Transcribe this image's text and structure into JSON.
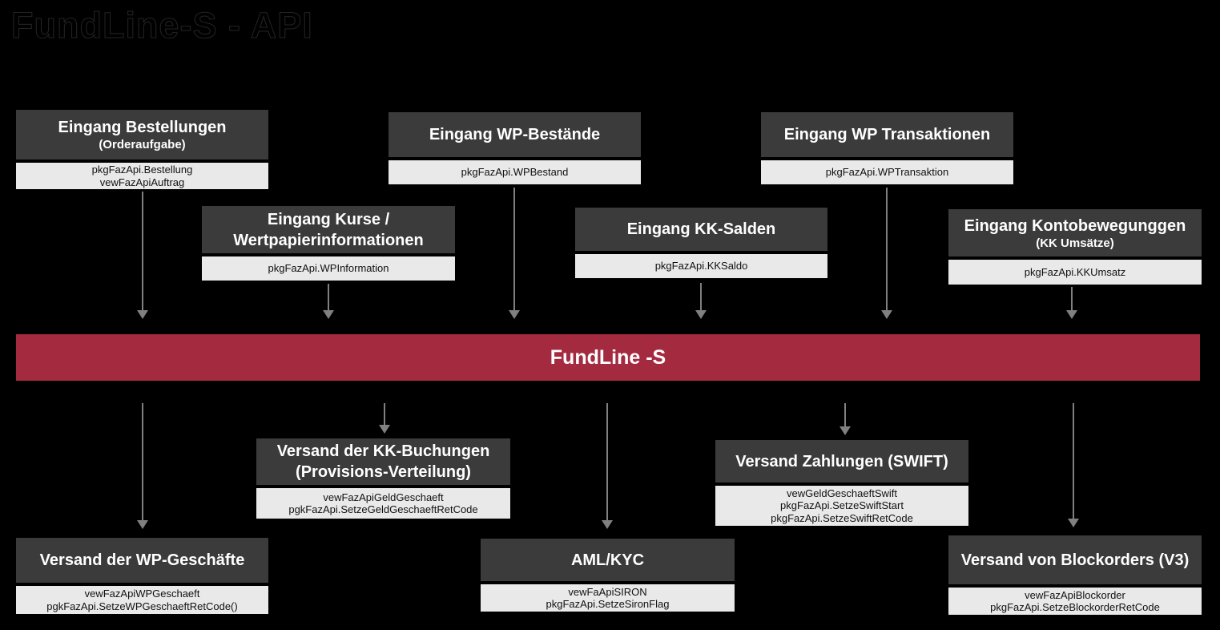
{
  "page": {
    "title": "FundLine-S - API"
  },
  "colors": {
    "background": "#000000",
    "header_bg": "#3B3B3B",
    "header_text": "#FFFFFF",
    "sub_bg": "#E9E9E9",
    "sub_text": "#111111",
    "bar_bg": "#A42A40",
    "bar_text": "#FFFFFF",
    "arrow": "#808080"
  },
  "central_bar": {
    "label": "FundLine -S"
  },
  "inputs": [
    {
      "title": "Eingang Bestellungen",
      "subtitle": "(Orderaufgabe)",
      "apis": [
        "pkgFazApi.Bestellung",
        "vewFazApiAuftrag"
      ]
    },
    {
      "title": "Eingang WP-Bestände",
      "apis": [
        "pkgFazApi.WPBestand"
      ]
    },
    {
      "title": "Eingang WP Transaktionen",
      "apis": [
        "pkgFazApi.WPTransaktion"
      ]
    },
    {
      "title": "Eingang Kurse / Wertpapierinformationen",
      "apis": [
        "pkgFazApi.WPInformation"
      ]
    },
    {
      "title": "Eingang KK-Salden",
      "apis": [
        "pkgFazApi.KKSaldo"
      ]
    },
    {
      "title": "Eingang Kontobewegunggen",
      "subtitle": "(KK Umsätze)",
      "apis": [
        "pkgFazApi.KKUmsatz"
      ]
    }
  ],
  "outputs": [
    {
      "title": "Versand der KK-Buchungen (Provisions-Verteilung)",
      "apis": [
        "vewFazApiGeldGeschaeft",
        "pgkFazApi.SetzeGeldGeschaeftRetCode"
      ]
    },
    {
      "title": "Versand Zahlungen (SWIFT)",
      "apis": [
        "vewGeldGeschaeftSwift",
        "pkgFazApi.SetzeSwiftStart",
        "pkgFazApi.SetzeSwiftRetCode"
      ]
    },
    {
      "title": "Versand der WP-Geschäfte",
      "apis": [
        "vewFazApiWPGeschaeft",
        "pgkFazApi.SetzeWPGeschaeftRetCode()"
      ]
    },
    {
      "title": "AML/KYC",
      "apis": [
        "vewFaApiSIRON",
        "pkgFazApi.SetzeSironFlag"
      ]
    },
    {
      "title": "Versand von Blockorders (V3)",
      "apis": [
        "vewFazApiBlockorder",
        "pkgFazApi.SetzeBlockorderRetCode"
      ]
    }
  ]
}
